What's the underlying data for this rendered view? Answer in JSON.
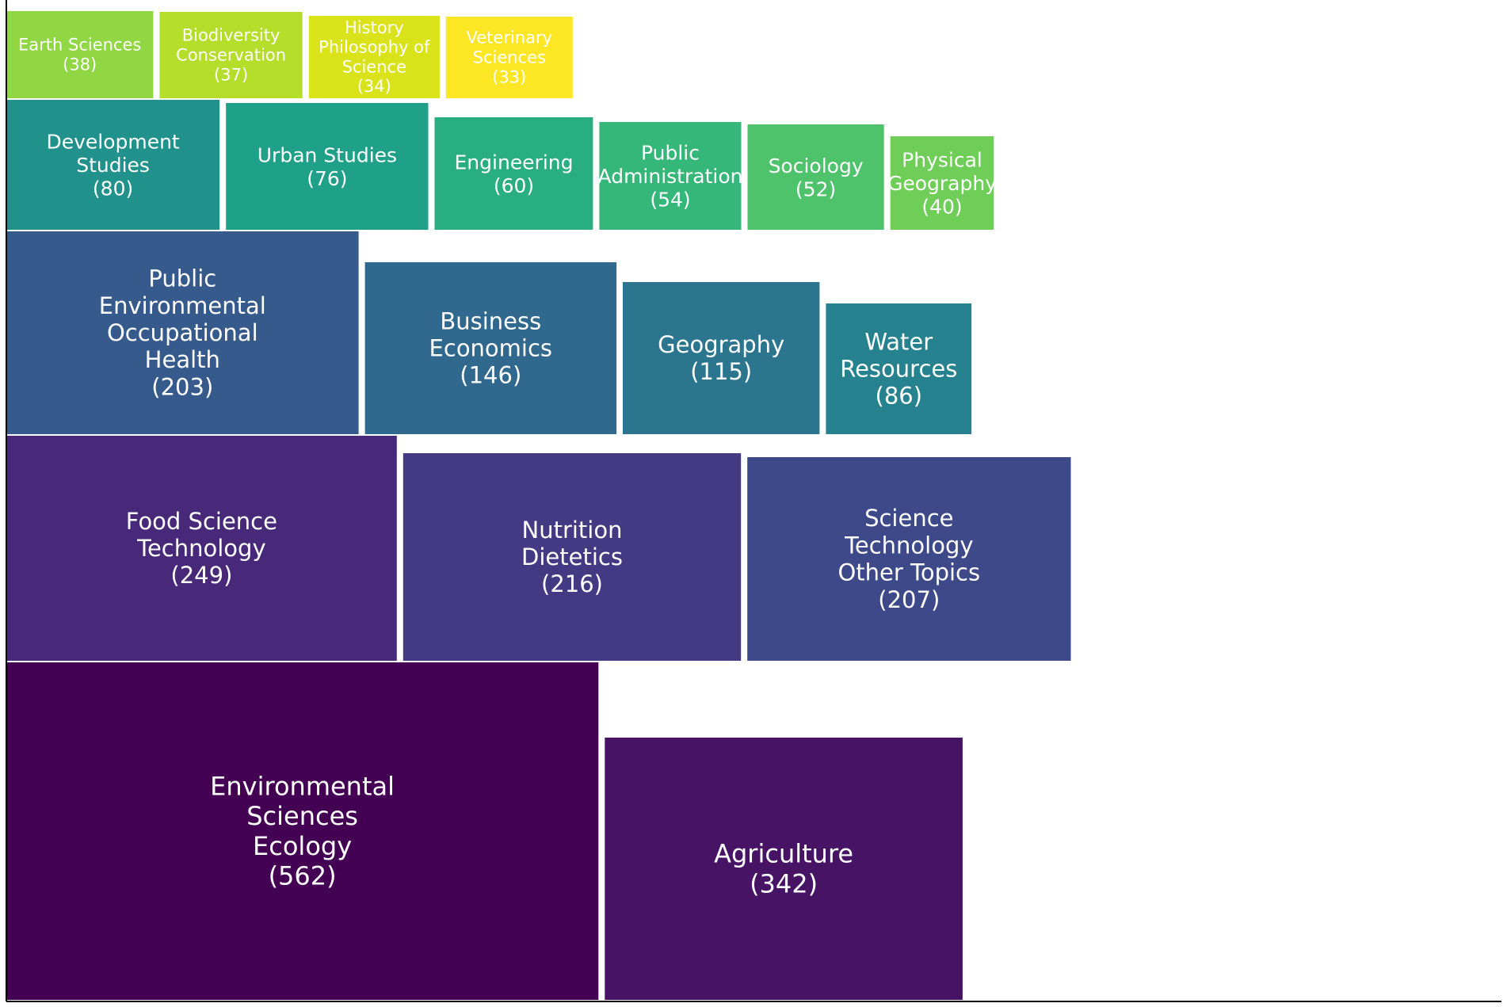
{
  "chart_data": {
    "type": "treemap",
    "title": "",
    "xlabel": "",
    "ylabel": "",
    "grid": false,
    "legend": "none",
    "rows": [
      {
        "cells": [
          {
            "name": "Environmental Sciences Ecology",
            "label_lines": [
              "Environmental",
              "Sciences",
              "Ecology"
            ],
            "value": 562,
            "value_label": "(562)",
            "color": "#440154"
          },
          {
            "name": "Agriculture",
            "label_lines": [
              "Agriculture"
            ],
            "value": 342,
            "value_label": "(342)",
            "color": "#471365"
          }
        ]
      },
      {
        "cells": [
          {
            "name": "Food Science Technology",
            "label_lines": [
              "Food Science",
              "Technology"
            ],
            "value": 249,
            "value_label": "(249)",
            "color": "#482878"
          },
          {
            "name": "Nutrition Dietetics",
            "label_lines": [
              "Nutrition",
              "Dietetics"
            ],
            "value": 216,
            "value_label": "(216)",
            "color": "#443983"
          },
          {
            "name": "Science Technology Other Topics",
            "label_lines": [
              "Science",
              "Technology",
              "Other Topics"
            ],
            "value": 207,
            "value_label": "(207)",
            "color": "#3e4989"
          }
        ]
      },
      {
        "cells": [
          {
            "name": "Public Environmental Occupational Health",
            "label_lines": [
              "Public",
              "Environmental",
              "Occupational",
              "Health"
            ],
            "value": 203,
            "value_label": "(203)",
            "color": "#375a8c"
          },
          {
            "name": "Business Economics",
            "label_lines": [
              "Business",
              "Economics"
            ],
            "value": 146,
            "value_label": "(146)",
            "color": "#31688e"
          },
          {
            "name": "Geography",
            "label_lines": [
              "Geography"
            ],
            "value": 115,
            "value_label": "(115)",
            "color": "#2b758e"
          },
          {
            "name": "Water Resources",
            "label_lines": [
              "Water",
              "Resources"
            ],
            "value": 86,
            "value_label": "(86)",
            "color": "#26828e"
          }
        ]
      },
      {
        "cells": [
          {
            "name": "Development Studies",
            "label_lines": [
              "Development",
              "Studies"
            ],
            "value": 80,
            "value_label": "(80)",
            "color": "#21918c"
          },
          {
            "name": "Urban Studies",
            "label_lines": [
              "Urban Studies"
            ],
            "value": 76,
            "value_label": "(76)",
            "color": "#1fa088"
          },
          {
            "name": "Engineering",
            "label_lines": [
              "Engineering"
            ],
            "value": 60,
            "value_label": "(60)",
            "color": "#28ae80"
          },
          {
            "name": "Public Administration",
            "label_lines": [
              "Public",
              "Administration"
            ],
            "value": 54,
            "value_label": "(54)",
            "color": "#35b779"
          },
          {
            "name": "Sociology",
            "label_lines": [
              "Sociology"
            ],
            "value": 52,
            "value_label": "(52)",
            "color": "#4ec36b"
          },
          {
            "name": "Physical Geography",
            "label_lines": [
              "Physical",
              "Geography"
            ],
            "value": 40,
            "value_label": "(40)",
            "color": "#6ece58"
          }
        ]
      },
      {
        "cells": [
          {
            "name": "Earth Sciences",
            "label_lines": [
              "Earth Sciences"
            ],
            "value": 38,
            "value_label": "(38)",
            "color": "#90d743"
          },
          {
            "name": "Biodiversity Conservation",
            "label_lines": [
              "Biodiversity",
              "Conservation"
            ],
            "value": 37,
            "value_label": "(37)",
            "color": "#b5de2b"
          },
          {
            "name": "History Philosophy of Science",
            "label_lines": [
              "History",
              "Philosophy of",
              "Science"
            ],
            "value": 34,
            "value_label": "(34)",
            "color": "#dae319"
          },
          {
            "name": "Veterinary Sciences",
            "label_lines": [
              "Veterinary",
              "Sciences"
            ],
            "value": 33,
            "value_label": "(33)",
            "color": "#fde725"
          }
        ]
      }
    ]
  }
}
